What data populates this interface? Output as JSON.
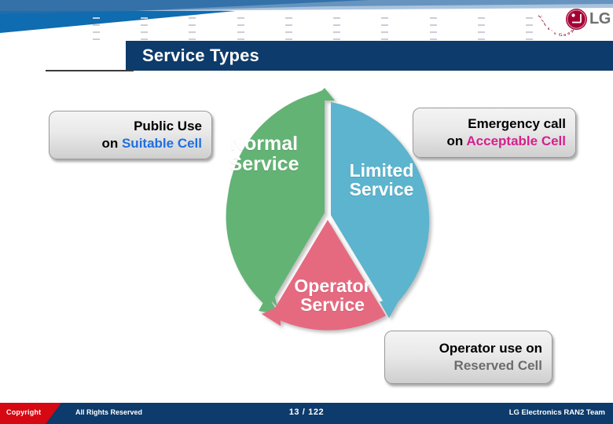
{
  "slide": {
    "title": "Service Types",
    "page_indicator": "13 / 122"
  },
  "brand": {
    "logo_word": "LG",
    "tagline": "Life's Good",
    "tagline_letters": [
      "L",
      "i",
      "f",
      "e",
      "'",
      "s",
      "G",
      "o",
      "o",
      "d"
    ],
    "logo_color": "#a50034",
    "wordmark_color": "#6f6f6f"
  },
  "diagram": {
    "type": "three-segment-cycle",
    "segments": [
      {
        "id": "normal",
        "label": "Normal Service",
        "color": "#63b375",
        "callout_key": "public"
      },
      {
        "id": "limited",
        "label": "Limited Service",
        "color": "#5cb4ce",
        "callout_key": "emergency"
      },
      {
        "id": "operator",
        "label": "Operator Service",
        "color": "#e56a80",
        "callout_key": "operator"
      }
    ]
  },
  "callouts": {
    "public": {
      "line1": "Public Use",
      "line2_prefix": "on ",
      "line2_highlight": "Suitable Cell",
      "highlight_color": "#1f6fe0"
    },
    "emergency": {
      "line1": "Emergency call",
      "line2_prefix": "on ",
      "line2_highlight": "Acceptable Cell",
      "highlight_color": "#d4218d"
    },
    "operator": {
      "line1": "Operator use on",
      "line2_highlight": "Reserved Cell",
      "highlight_color": "#6c6c6c"
    }
  },
  "footer": {
    "copyright": "Copyright",
    "rights": "All Rights Reserved",
    "team": "LG Electronics RAN2 Team",
    "accent_color": "#d60812",
    "bar_color": "#0d3b6b"
  }
}
